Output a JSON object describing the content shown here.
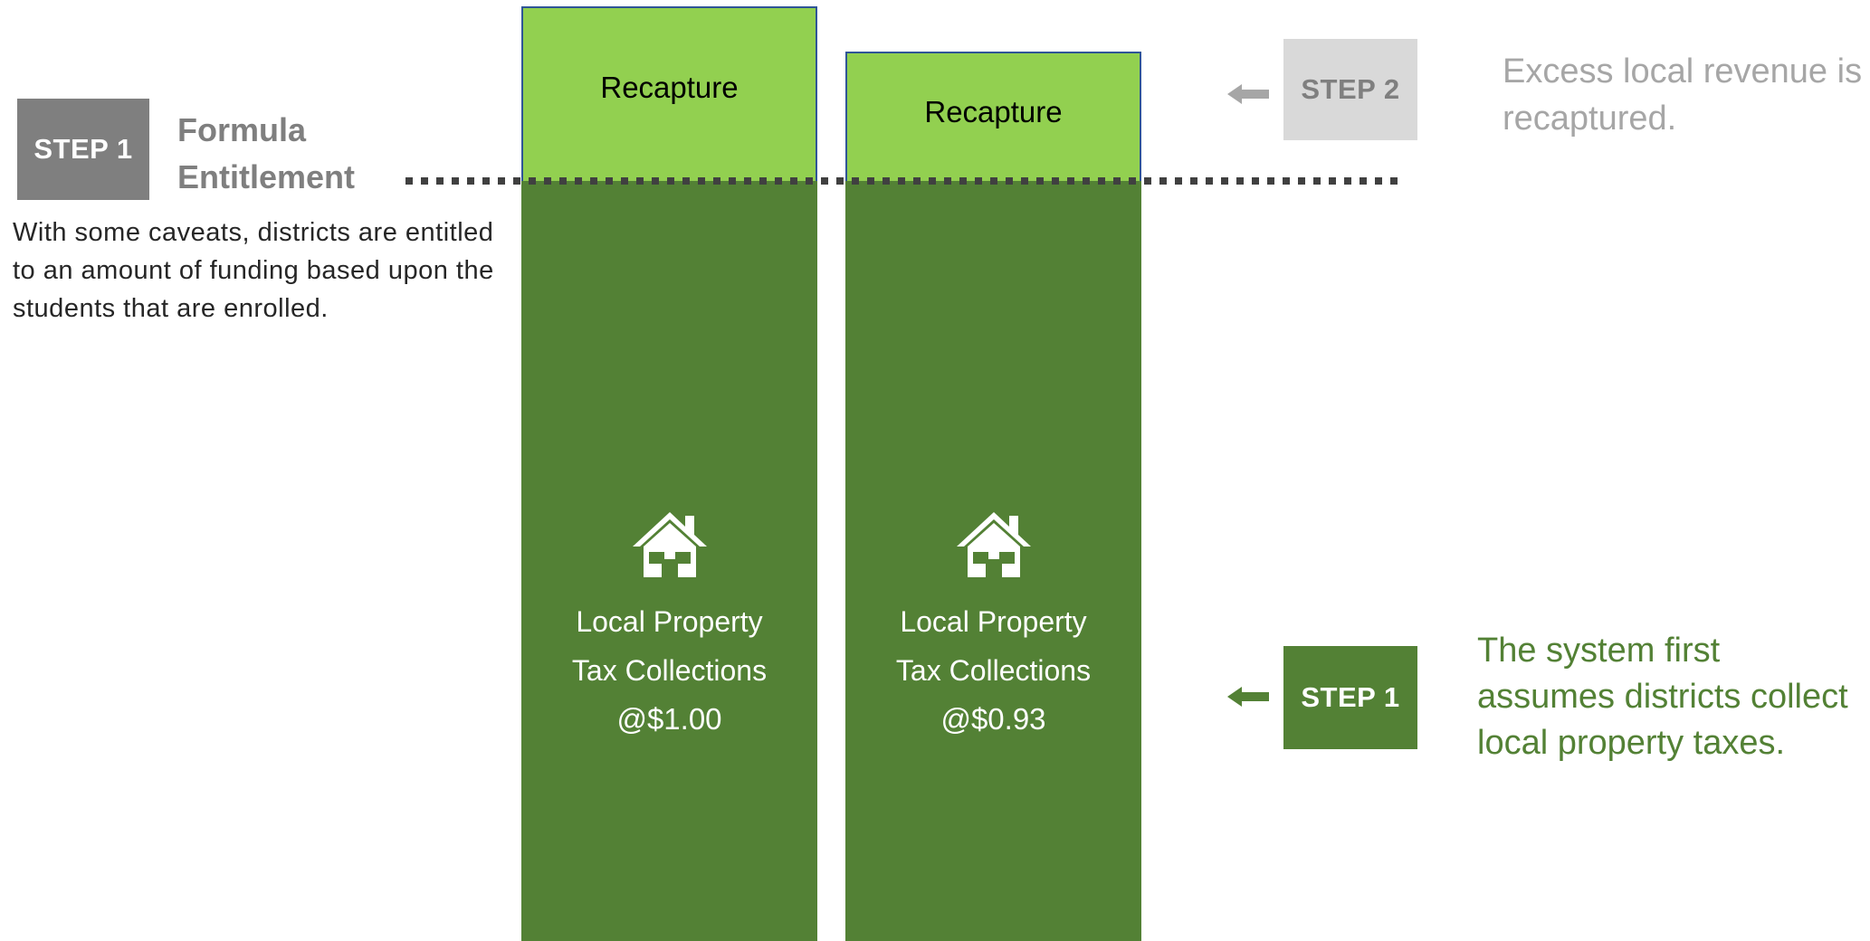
{
  "left_panel": {
    "badge": "STEP 1",
    "heading_line1": "Formula",
    "heading_line2": "Entitlement",
    "description": "With some caveats, districts are entitled to an amount of funding based upon the students that are enrolled."
  },
  "columns": [
    {
      "recapture_label": "Recapture",
      "icon": "house-icon",
      "label_line1": "Local Property",
      "label_line2": "Tax Collections",
      "rate": "@$1.00"
    },
    {
      "recapture_label": "Recapture",
      "icon": "house-icon",
      "label_line1": "Local Property",
      "label_line2": "Tax Collections",
      "rate": "@$0.93"
    }
  ],
  "right_panel": {
    "step2_badge": "STEP 2",
    "step2_note": "Excess local revenue is recaptured.",
    "step1_badge": "STEP 1",
    "step1_note": "The system first assumes districts collect local property taxes."
  },
  "colors": {
    "recapture_fill": "#92d050",
    "base_fill": "#538135",
    "step1_badge": "#538135",
    "step2_badge": "#d9d9d9",
    "left_badge": "#7f7f7f",
    "dotted_line": "#404040"
  }
}
